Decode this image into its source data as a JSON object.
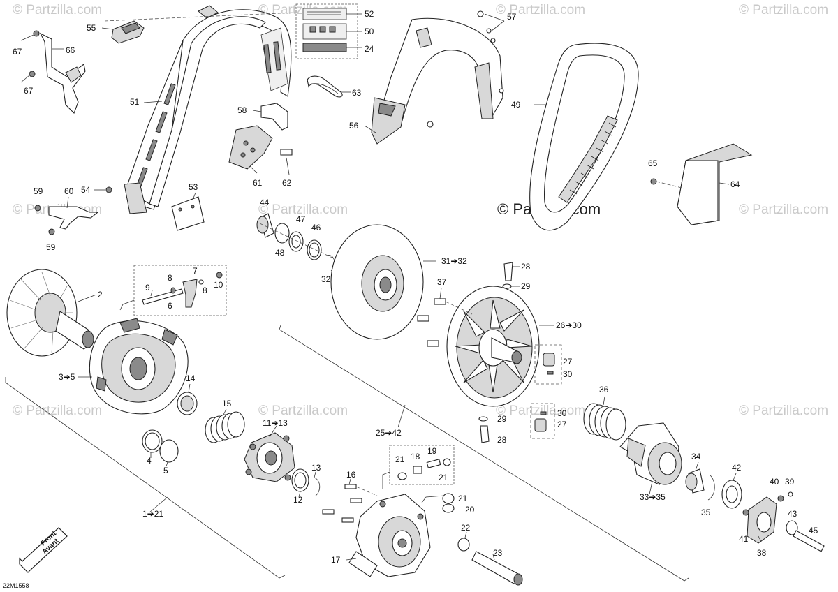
{
  "watermarks": {
    "small": "© Partzilla.com",
    "large": "© Partzilla.com"
  },
  "diagram_code": "22M1558",
  "front_badge": {
    "line1": "Front",
    "line2": "Avant"
  },
  "callouts": {
    "c1_21": "1➔21",
    "c2": "2",
    "c3_5": "3➔5",
    "c4": "4",
    "c5": "5",
    "c6": "6",
    "c7": "7",
    "c8a": "8",
    "c8b": "8",
    "c9": "9",
    "c10": "10",
    "c11_13": "11➔13",
    "c12": "12",
    "c13": "13",
    "c14": "14",
    "c15": "15",
    "c16": "16",
    "c17": "17",
    "c18": "18",
    "c19": "19",
    "c20": "20",
    "c21a": "21",
    "c21b": "21",
    "c21c": "21",
    "c22": "22",
    "c23": "23",
    "c24": "24",
    "c25_42": "25➔42",
    "c26_30": "26➔30",
    "c27a": "27",
    "c27b": "27",
    "c28a": "28",
    "c28b": "28",
    "c29a": "29",
    "c29b": "29",
    "c30a": "30",
    "c30b": "30",
    "c31_32": "31➔32",
    "c32": "32",
    "c33_35": "33➔35",
    "c34": "34",
    "c35": "35",
    "c36": "36",
    "c37": "37",
    "c38": "38",
    "c39": "39",
    "c40": "40",
    "c41": "41",
    "c42": "42",
    "c43": "43",
    "c44": "44",
    "c45": "45",
    "c46": "46",
    "c47": "47",
    "c48": "48",
    "c49": "49",
    "c50": "50",
    "c51": "51",
    "c52": "52",
    "c53": "53",
    "c54": "54",
    "c55": "55",
    "c56": "56",
    "c57": "57",
    "c58": "58",
    "c59a": "59",
    "c59b": "59",
    "c60": "60",
    "c61": "61",
    "c62": "62",
    "c63": "63",
    "c64": "64",
    "c65": "65",
    "c66": "66",
    "c67a": "67",
    "c67b": "67"
  }
}
